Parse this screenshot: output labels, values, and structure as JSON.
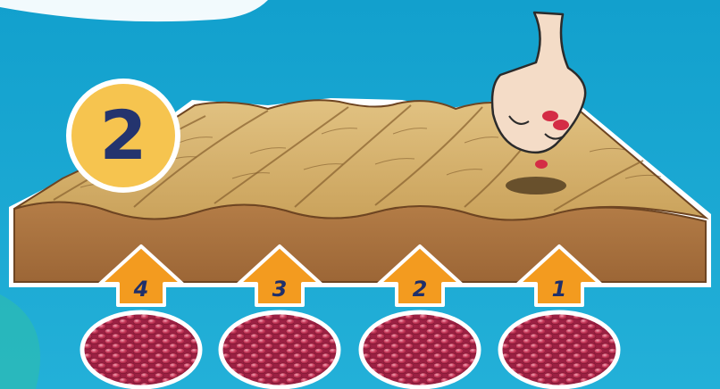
{
  "step": {
    "number": "2"
  },
  "rows": [
    {
      "label": "4"
    },
    {
      "label": "3"
    },
    {
      "label": "2"
    },
    {
      "label": "1"
    }
  ],
  "colors": {
    "sky": "#14a3cf",
    "sky_light": "#2cb7db",
    "badge_fill": "#f6c44f",
    "badge_text": "#24346e",
    "arrow": "#f39b1f",
    "soil_top": "#d9b56e",
    "soil_side": "#a9723f",
    "seed": "#c2284e"
  },
  "icons": {
    "hand": "hand-planting-seed-icon",
    "seed_pile": "seed-pile-icon",
    "arrow": "up-arrow-icon"
  }
}
